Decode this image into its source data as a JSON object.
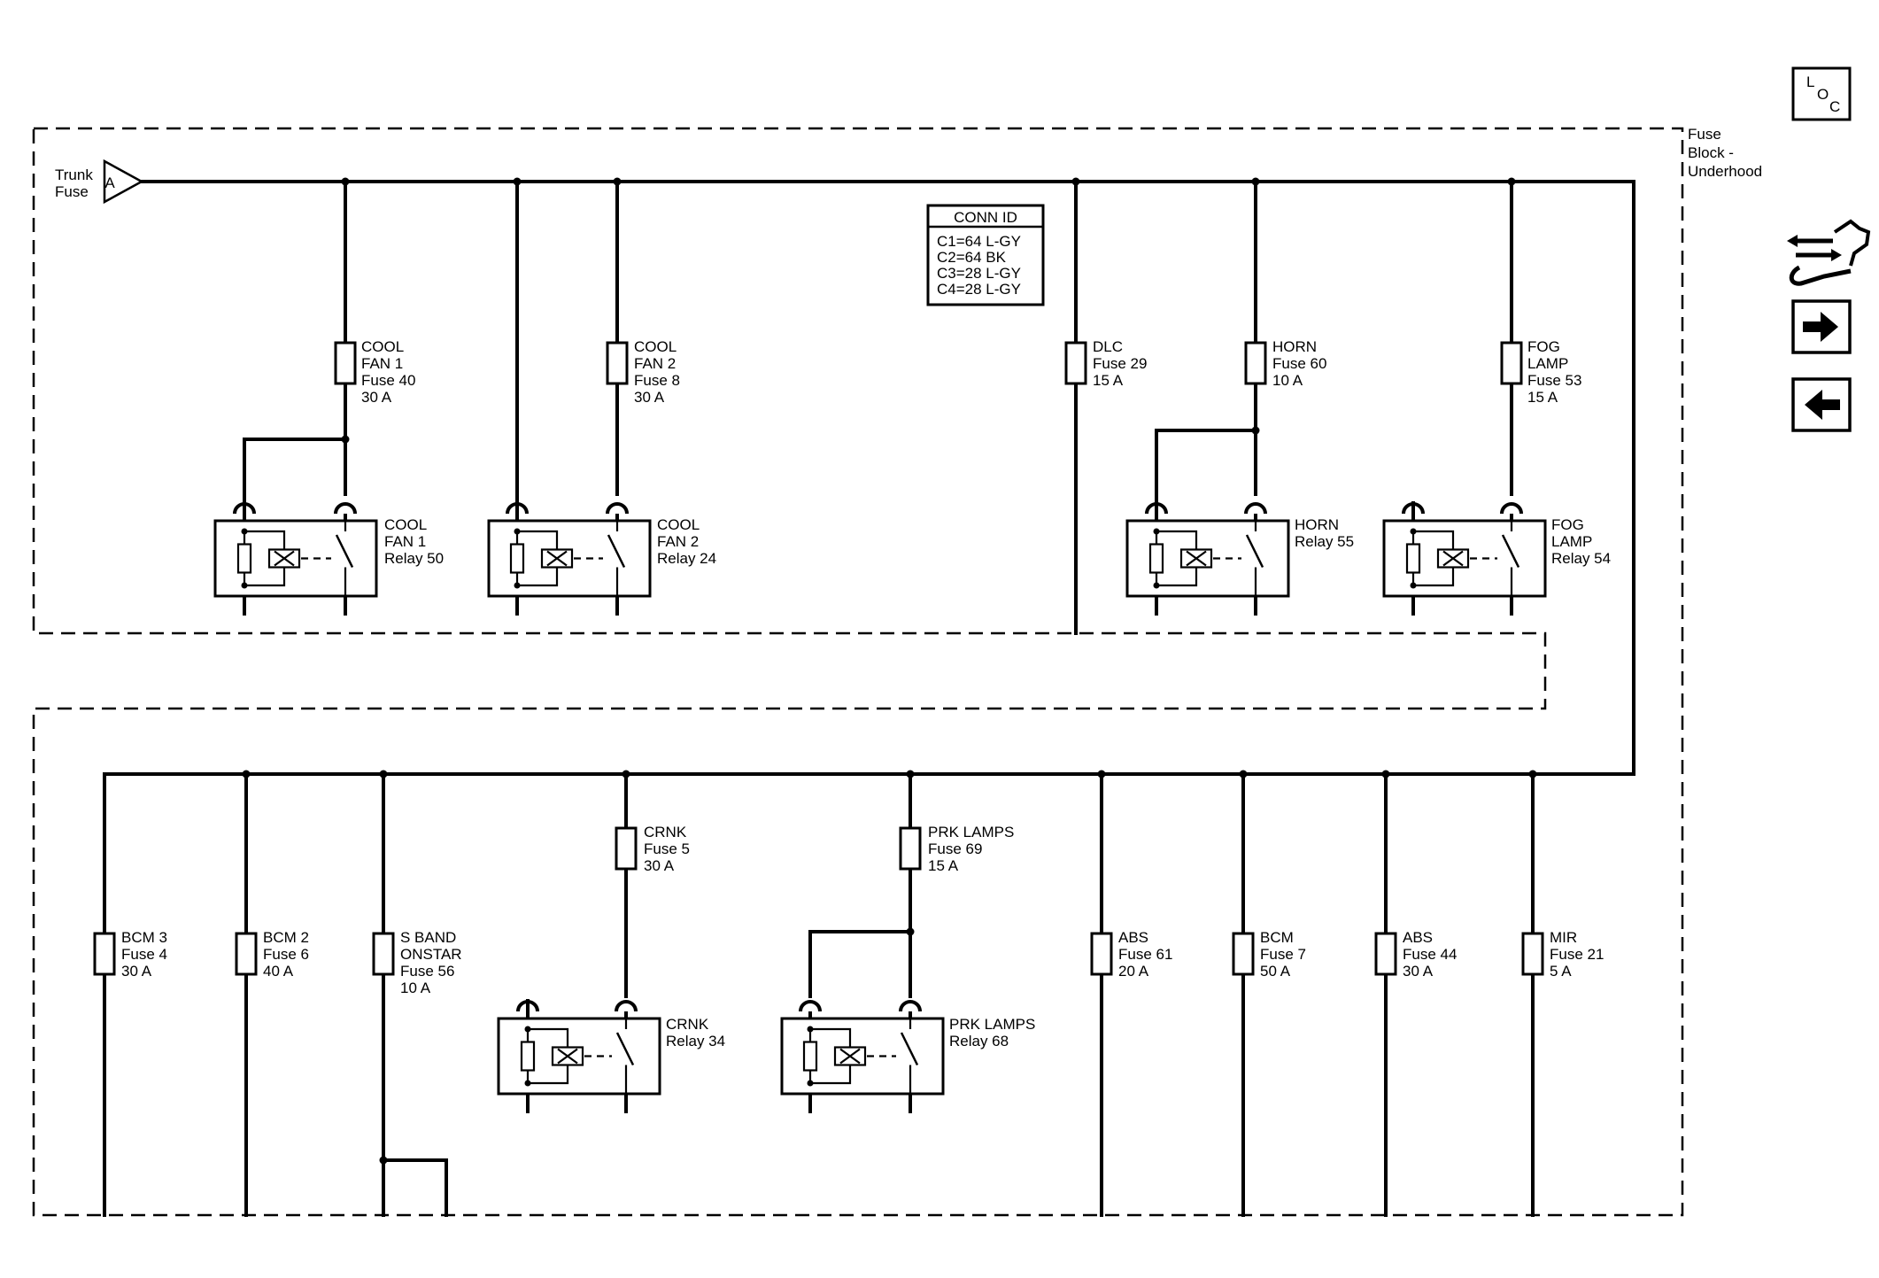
{
  "source": {
    "label_lines": [
      "Trunk",
      "Fuse"
    ],
    "connector": "A"
  },
  "fuse_block": {
    "label_lines": [
      "Fuse",
      "Block -",
      "Underhood"
    ]
  },
  "conn_id": {
    "title": "CONN ID",
    "lines": [
      "C1=64 L-GY",
      "C2=64 BK",
      "C3=28 L-GY",
      "C4=28 L-GY"
    ]
  },
  "fuses": [
    {
      "id": "cool-fan-1-fuse",
      "lines": [
        "COOL",
        "FAN 1",
        "Fuse 40",
        "30 A"
      ]
    },
    {
      "id": "cool-fan-2-fuse",
      "lines": [
        "COOL",
        "FAN 2",
        "Fuse 8",
        "30 A"
      ]
    },
    {
      "id": "dlc-fuse",
      "lines": [
        "DLC",
        "Fuse 29",
        "15 A"
      ]
    },
    {
      "id": "horn-fuse",
      "lines": [
        "HORN",
        "Fuse 60",
        "10 A"
      ]
    },
    {
      "id": "fog-lamp-fuse",
      "lines": [
        "FOG",
        "LAMP",
        "Fuse 53",
        "15 A"
      ]
    },
    {
      "id": "bcm-3-fuse",
      "lines": [
        "BCM 3",
        "Fuse 4",
        "30 A"
      ]
    },
    {
      "id": "bcm-2-fuse",
      "lines": [
        "BCM 2",
        "Fuse 6",
        "40 A"
      ]
    },
    {
      "id": "s-band-onstar-fuse",
      "lines": [
        "S BAND",
        "ONSTAR",
        "Fuse 56",
        "10 A"
      ]
    },
    {
      "id": "crnk-fuse",
      "lines": [
        "CRNK",
        "Fuse 5",
        "30 A"
      ]
    },
    {
      "id": "prk-lamps-fuse",
      "lines": [
        "PRK LAMPS",
        "Fuse 69",
        "15 A"
      ]
    },
    {
      "id": "abs-61-fuse",
      "lines": [
        "ABS",
        "Fuse 61",
        "20 A"
      ]
    },
    {
      "id": "bcm-7-fuse",
      "lines": [
        "BCM",
        "Fuse 7",
        "50 A"
      ]
    },
    {
      "id": "abs-44-fuse",
      "lines": [
        "ABS",
        "Fuse 44",
        "30 A"
      ]
    },
    {
      "id": "mir-fuse",
      "lines": [
        "MIR",
        "Fuse 21",
        "5 A"
      ]
    }
  ],
  "relays": [
    {
      "id": "cool-fan-1-relay",
      "lines": [
        "COOL",
        "FAN 1",
        "Relay 50"
      ]
    },
    {
      "id": "cool-fan-2-relay",
      "lines": [
        "COOL",
        "FAN 2",
        "Relay 24"
      ]
    },
    {
      "id": "horn-relay",
      "lines": [
        "HORN",
        "Relay 55"
      ]
    },
    {
      "id": "fog-lamp-relay",
      "lines": [
        "FOG",
        "LAMP",
        "Relay 54"
      ]
    },
    {
      "id": "crnk-relay",
      "lines": [
        "CRNK",
        "Relay 34"
      ]
    },
    {
      "id": "prk-lamps-relay",
      "lines": [
        "PRK LAMPS",
        "Relay 68"
      ]
    }
  ],
  "nav": {
    "loc_letters": [
      "L",
      "O",
      "C"
    ]
  }
}
